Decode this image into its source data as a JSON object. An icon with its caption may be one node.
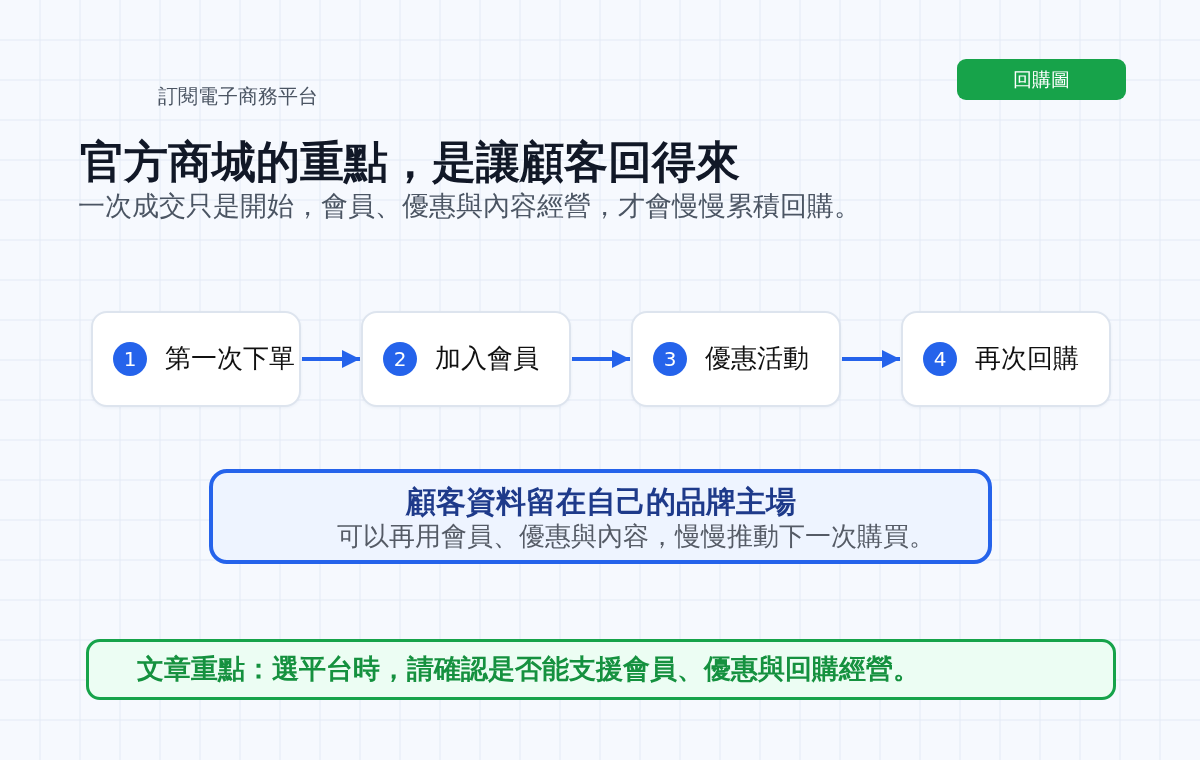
{
  "diagram": {
    "title": "官方商城的重點，是讓顧客回得來",
    "nodes": [
      {
        "text": [
          "回購圖"
        ]
      },
      {
        "text": [
          "第一次下單"
        ]
      },
      {
        "text": [
          "1"
        ],
        "in": 1
      },
      {
        "text": [
          "加入會員"
        ]
      },
      {
        "text": [
          "2"
        ],
        "in": 3
      },
      {
        "text": [
          "優惠活動"
        ]
      },
      {
        "text": [
          "3"
        ],
        "in": 5
      },
      {
        "text": [
          "再次回購"
        ]
      },
      {
        "text": [
          "4"
        ],
        "in": 7
      },
      {
        "text": [
          "顧客資料留在自己的品牌主場",
          "可以再用會員、優惠與內容，慢慢推動下一次購買。"
        ]
      },
      {
        "text": [
          "文章重點：選平台時，請確認是否能支援會員、優惠與回購經營。"
        ]
      }
    ],
    "edges": [
      {
        "from": 1,
        "to": 3,
        "arrow": "to"
      },
      {
        "from": 3,
        "to": 5,
        "arrow": "to"
      },
      {
        "from": 5,
        "to": 7,
        "arrow": "to"
      }
    ],
    "labels": [
      "訂閱電子商務平台",
      "一次成交只是開始，會員、優惠與內容經營，才會慢慢累積回購。"
    ]
  }
}
